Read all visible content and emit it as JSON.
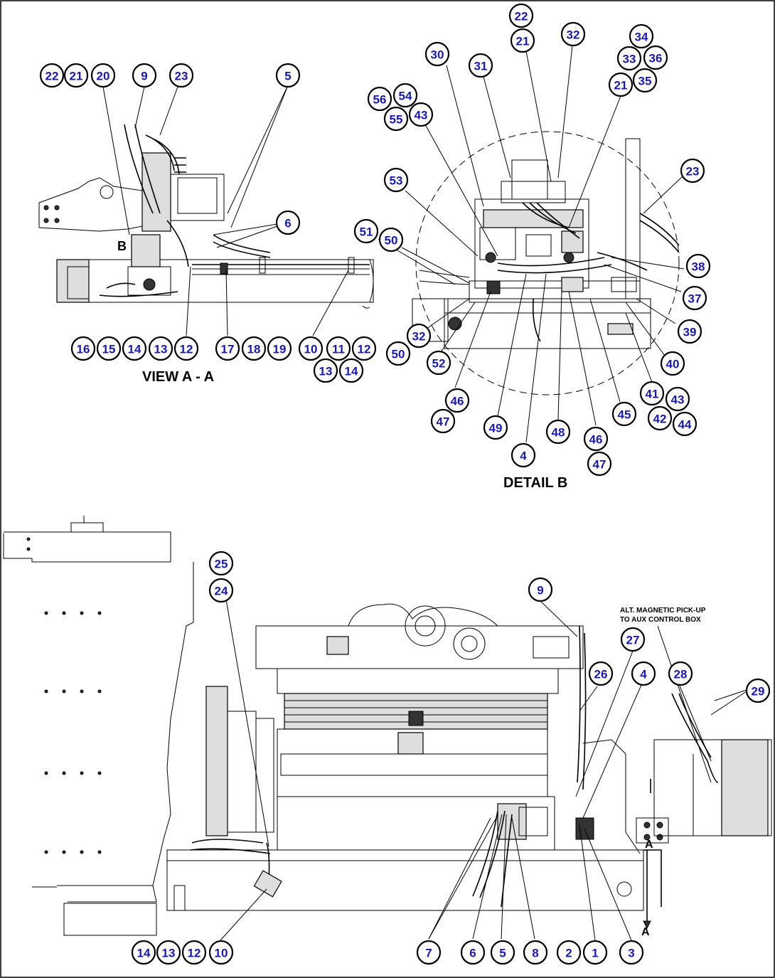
{
  "labels": {
    "view_aa": "VIEW A - A",
    "detail_b": "DETAIL B",
    "b_marker": "B",
    "section_a_top": "A",
    "section_a_bottom": "A",
    "note_line1": "ALT. MAGNETIC PICK-UP",
    "note_line2": "TO AUX CONTROL BOX"
  },
  "callouts": [
    {
      "n": "22"
    },
    {
      "n": "21"
    },
    {
      "n": "20"
    },
    {
      "n": "9"
    },
    {
      "n": "23"
    },
    {
      "n": "5"
    },
    {
      "n": "6"
    },
    {
      "n": "16"
    },
    {
      "n": "15"
    },
    {
      "n": "14"
    },
    {
      "n": "13"
    },
    {
      "n": "12"
    },
    {
      "n": "17"
    },
    {
      "n": "18"
    },
    {
      "n": "19"
    },
    {
      "n": "10"
    },
    {
      "n": "11"
    },
    {
      "n": "12"
    },
    {
      "n": "13"
    },
    {
      "n": "14"
    },
    {
      "n": "22"
    },
    {
      "n": "21"
    },
    {
      "n": "32"
    },
    {
      "n": "30"
    },
    {
      "n": "31"
    },
    {
      "n": "34"
    },
    {
      "n": "33"
    },
    {
      "n": "36"
    },
    {
      "n": "21"
    },
    {
      "n": "35"
    },
    {
      "n": "56"
    },
    {
      "n": "54"
    },
    {
      "n": "55"
    },
    {
      "n": "43"
    },
    {
      "n": "53"
    },
    {
      "n": "23"
    },
    {
      "n": "51"
    },
    {
      "n": "50"
    },
    {
      "n": "38"
    },
    {
      "n": "37"
    },
    {
      "n": "39"
    },
    {
      "n": "40"
    },
    {
      "n": "32"
    },
    {
      "n": "50"
    },
    {
      "n": "52"
    },
    {
      "n": "46"
    },
    {
      "n": "47"
    },
    {
      "n": "49"
    },
    {
      "n": "4"
    },
    {
      "n": "48"
    },
    {
      "n": "46"
    },
    {
      "n": "47"
    },
    {
      "n": "45"
    },
    {
      "n": "41"
    },
    {
      "n": "43"
    },
    {
      "n": "42"
    },
    {
      "n": "44"
    },
    {
      "n": "25"
    },
    {
      "n": "24"
    },
    {
      "n": "9"
    },
    {
      "n": "27"
    },
    {
      "n": "26"
    },
    {
      "n": "4"
    },
    {
      "n": "28"
    },
    {
      "n": "29"
    },
    {
      "n": "14"
    },
    {
      "n": "13"
    },
    {
      "n": "12"
    },
    {
      "n": "10"
    },
    {
      "n": "7"
    },
    {
      "n": "6"
    },
    {
      "n": "5"
    },
    {
      "n": "8"
    },
    {
      "n": "2"
    },
    {
      "n": "1"
    },
    {
      "n": "3"
    }
  ]
}
